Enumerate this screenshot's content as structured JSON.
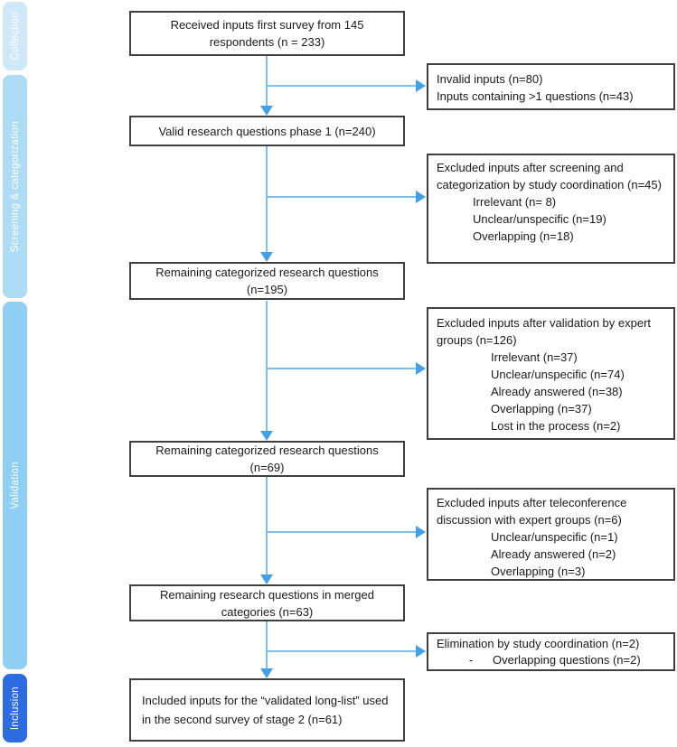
{
  "sidebar": {
    "stages": [
      {
        "label": "Collection"
      },
      {
        "label": "Screening & categorization"
      },
      {
        "label": "Validation"
      },
      {
        "label": "Inclusion"
      }
    ]
  },
  "main_boxes": [
    {
      "text": "Received inputs first survey from 145 respondents (n = 233)"
    },
    {
      "text": "Valid research questions phase 1 (n=240)"
    },
    {
      "text": "Remaining categorized research questions (n=195)"
    },
    {
      "text": "Remaining categorized research questions (n=69)"
    },
    {
      "text": "Remaining research questions in merged categories (n=63)"
    },
    {
      "text": "Included inputs for the “validated long-list” used in the second survey of stage 2 (n=61)"
    }
  ],
  "side_boxes": [
    {
      "lines": [
        {
          "text": "Invalid inputs (n=80)"
        },
        {
          "text": "Inputs containing >1 questions (n=43)"
        }
      ]
    },
    {
      "lines": [
        {
          "text": "Excluded inputs after screening and categorization by study coordination (n=45)"
        },
        {
          "text": "Irrelevant (n= 8)"
        },
        {
          "text": "Unclear/unspecific (n=19)"
        },
        {
          "text": "Overlapping (n=18)"
        }
      ]
    },
    {
      "lines": [
        {
          "text": "Excluded inputs after validation by expert groups (n=126)"
        },
        {
          "text": "Irrelevant (n=37)"
        },
        {
          "text": "Unclear/unspecific (n=74)"
        },
        {
          "text": "Already answered (n=38)"
        },
        {
          "text": "Overlapping (n=37)"
        },
        {
          "text": "Lost in the process (n=2)"
        }
      ]
    },
    {
      "lines": [
        {
          "text": "Excluded inputs after teleconference discussion with expert groups (n=6)"
        },
        {
          "text": "Unclear/unspecific (n=1)"
        },
        {
          "text": "Already answered (n=2)"
        },
        {
          "text": "Overlapping (n=3)"
        }
      ]
    },
    {
      "lines": [
        {
          "text": "Elimination by study coordination (n=2)"
        },
        {
          "bullet": "-",
          "text": "Overlapping questions (n=2)"
        }
      ]
    }
  ],
  "colors": {
    "box_border": "#3f3f3f",
    "text": "#1a1a1a",
    "line_blue": "#7dbfef",
    "arrow_blue": "#42a0e6",
    "stage_collection": "#cfe9f8",
    "stage_screening": "#aedcf4",
    "stage_validation": "#8fcff1",
    "stage_inclusion": "#2d6ce0"
  }
}
